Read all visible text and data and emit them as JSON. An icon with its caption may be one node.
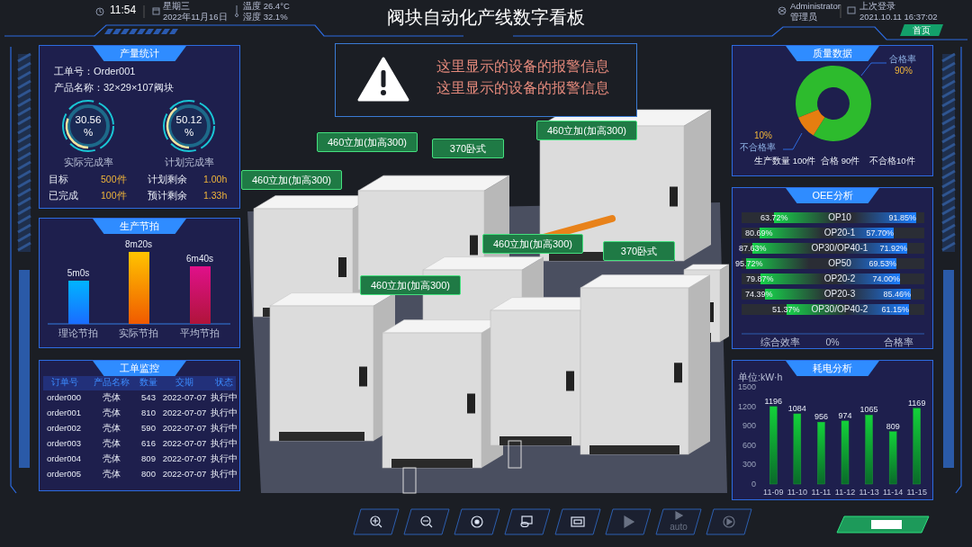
{
  "diagram": {
    "title": "阀块自动化产线数字看板",
    "nodes": [
      {
        "text": [
          "这里显示的设备的报警信息",
          "这里显示的设备的报警信息"
        ]
      },
      {
        "text": [
          "产量统计"
        ]
      },
      {
        "text": [
          "生产节拍"
        ]
      },
      {
        "text": [
          "工单监控"
        ]
      },
      {
        "text": [
          "质量数据"
        ]
      },
      {
        "text": [
          "OEE分析"
        ]
      },
      {
        "text": [
          "耗电分析"
        ]
      },
      {
        "text": [
          "460立加(加高300)"
        ]
      },
      {
        "text": [
          "460立加(加高300)"
        ]
      },
      {
        "text": [
          "370卧式"
        ]
      },
      {
        "text": [
          "460立加(加高300)"
        ]
      },
      {
        "text": [
          "460立加(加高300)"
        ]
      },
      {
        "text": [
          "370卧式"
        ]
      },
      {
        "text": [
          "460立加(加高300)"
        ]
      }
    ],
    "labels": [
      "11:54",
      "星期三",
      "2022年11月16日",
      "温度 26.4°C",
      "湿度 32.1%",
      "Administrator",
      "管理员",
      "上次登录",
      "2021.10.11 16:37:02",
      "首页",
      "工单号：Order001",
      "产品名称：32×29×107阀块",
      "30.56 %",
      "50.12 %",
      "实际完成率",
      "计划完成率",
      "目标",
      "500件",
      "计划剩余",
      "1.00h",
      "已完成",
      "100件",
      "预计剩余",
      "1.33h",
      "5m0s",
      "8m20s",
      "6m40s",
      "理论节拍",
      "实际节拍",
      "平均节拍",
      "订单号",
      "产品名称",
      "数量",
      "交期",
      "状态",
      "order000",
      "壳体",
      "543",
      "2022-07-07",
      "执行中",
      "order001",
      "壳体",
      "810",
      "2022-07-07",
      "执行中",
      "order002",
      "壳体",
      "590",
      "2022-07-07",
      "执行中",
      "order003",
      "壳体",
      "616",
      "2022-07-07",
      "执行中",
      "order004",
      "壳体",
      "809",
      "2022-07-07",
      "执行中",
      "order005",
      "壳体",
      "800",
      "2022-07-07",
      "执行中",
      "合格率",
      "90%",
      "10%",
      "不合格率",
      "生产数量 100件",
      "合格 90件",
      "不合格10件",
      "63.72%",
      "OP10",
      "91.85%",
      "80.69%",
      "OP20-1",
      "57.70%",
      "87.63%",
      "OP30/OP40-1",
      "71.92%",
      "95.72%",
      "OP50",
      "69.53%",
      "79.87%",
      "OP20-2",
      "74.00%",
      "74.39%",
      "OP20-3",
      "85.46%",
      "51.37%",
      "OP30/OP40-2",
      "61.15%",
      "综合效率",
      "0%",
      "合格率",
      "auto"
    ],
    "chart_data": {
      "type": "bar",
      "ylabel": "单位:kW·h",
      "categories": [
        "11-09",
        "11-10",
        "11-11",
        "11-12",
        "11-13",
        "11-14",
        "11-15"
      ],
      "series": [
        {
          "color": "#1fb03a",
          "values": [
            1196,
            1084,
            956,
            974,
            1065,
            809,
            1169
          ]
        }
      ],
      "ylim": [
        0,
        1500
      ],
      "yticks": [
        0,
        300,
        600,
        900,
        1200,
        1500
      ],
      "data_labels": true
    }
  }
}
